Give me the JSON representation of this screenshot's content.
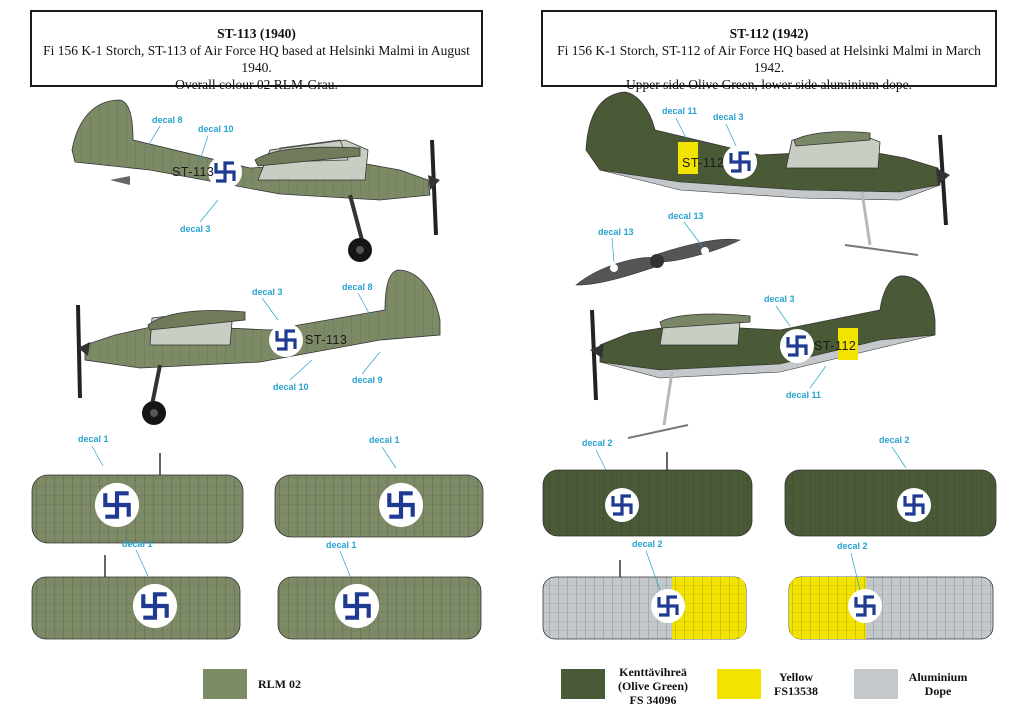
{
  "left": {
    "title": "ST-113 (1940)",
    "line1": "Fi 156 K-1 Storch, ST-113 of Air Force HQ based at Helsinki Malmi in August 1940.",
    "line2": "Overall colour 02 RLM-Grau.",
    "registration": "ST-113"
  },
  "right": {
    "title": "ST-112 (1942)",
    "line1": "Fi 156 K-1 Storch, ST-112 of Air Force HQ based at Helsinki Malmi in March 1942.",
    "line2": "Upper side Olive Green, lower side aluminium dope.",
    "registration": "ST-112"
  },
  "decals": {
    "d1": "decal 1",
    "d2": "decal 2",
    "d3": "decal 3",
    "d8": "decal 8",
    "d9": "decal 9",
    "d10": "decal 10",
    "d11": "decal 11",
    "d13": "decal 13"
  },
  "legend": {
    "rlm02": {
      "label": "RLM 02",
      "color": "#7d8a66"
    },
    "olive": {
      "line1": "Kenttävihreä",
      "line2": "(Olive Green)",
      "line3": "FS 34096",
      "color": "#4a5a36"
    },
    "yellow": {
      "line1": "Yellow",
      "line2": "FS13538",
      "color": "#f2e400"
    },
    "alu": {
      "line1": "Aluminium",
      "line2": "Dope",
      "color": "#c4c8cb"
    }
  },
  "colors": {
    "decal_text": "#27a3cf",
    "roundel_blue": "#1f3a93"
  },
  "icons": [
    "swastika-roundel-icon",
    "propeller-icon"
  ]
}
